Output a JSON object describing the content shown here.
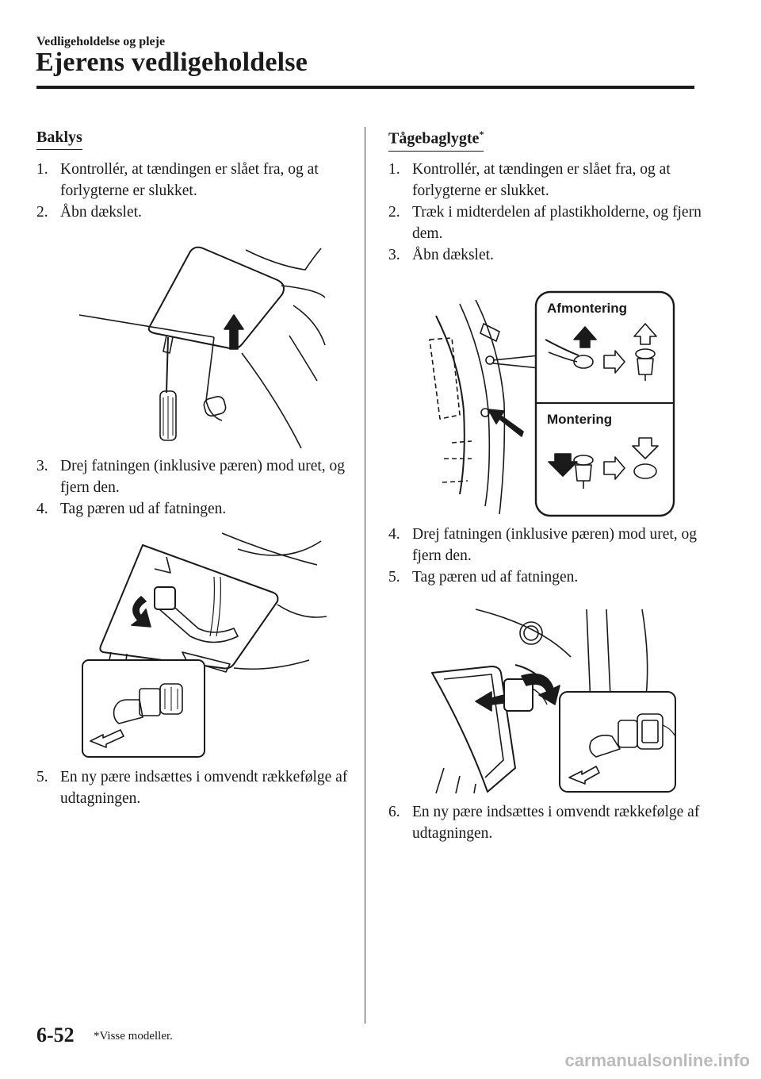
{
  "header": {
    "section": "Vedligeholdelse og pleje",
    "title": "Ejerens vedligeholdelse"
  },
  "left": {
    "heading": "Baklys",
    "steps": [
      {
        "num": "1.",
        "text": "Kontrollér, at tændingen er slået fra, og at forlygterne er slukket."
      },
      {
        "num": "2.",
        "text": "Åbn dækslet."
      },
      {
        "num": "3.",
        "text": "Drej fatningen (inklusive pæren) mod uret, og fjern den."
      },
      {
        "num": "4.",
        "text": "Tag pæren ud af fatningen."
      },
      {
        "num": "5.",
        "text": "En ny pære indsættes i omvendt rækkefølge af udtagningen."
      }
    ]
  },
  "right": {
    "heading": "Tågebaglygte",
    "heading_mark": "*",
    "steps": [
      {
        "num": "1.",
        "text": "Kontrollér, at tændingen er slået fra, og at forlygterne er slukket."
      },
      {
        "num": "2.",
        "text": "Træk i midterdelen af plastikholderne, og fjern dem."
      },
      {
        "num": "3.",
        "text": "Åbn dækslet."
      },
      {
        "num": "4.",
        "text": "Drej fatningen (inklusive pæren) mod uret, og fjern den."
      },
      {
        "num": "5.",
        "text": "Tag pæren ud af fatningen."
      },
      {
        "num": "6.",
        "text": "En ny pære indsættes i omvendt rækkefølge af udtagningen."
      }
    ],
    "clip_figure": {
      "removal_label": "Afmontering",
      "install_label": "Montering"
    }
  },
  "footer": {
    "page_number": "6-52",
    "footnote": "*Visse modeller."
  },
  "watermark": "carmanualsonline.info"
}
